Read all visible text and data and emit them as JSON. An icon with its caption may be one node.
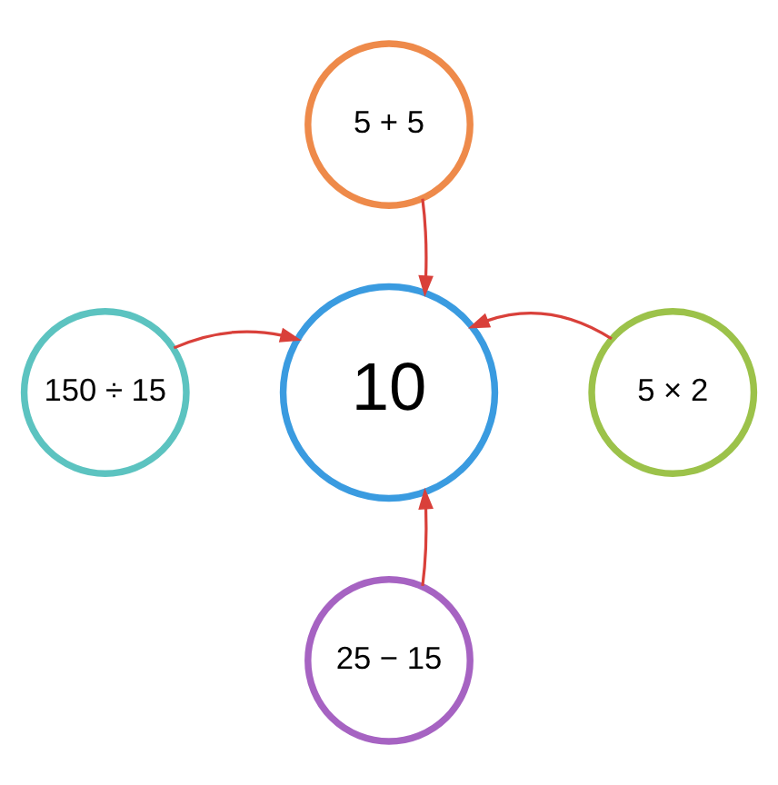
{
  "diagram": {
    "nodes": [
      {
        "text": [
          "5 + 5"
        ]
      },
      {
        "text": [
          "150 ÷ 15"
        ]
      },
      {
        "text": [
          "10"
        ]
      },
      {
        "text": [
          "5 × 2"
        ]
      },
      {
        "text": [
          "25 − 15"
        ]
      }
    ],
    "edges": [
      {
        "from": 0,
        "to": 2,
        "arrow": "to"
      },
      {
        "from": 1,
        "to": 2,
        "arrow": "to"
      },
      {
        "from": 3,
        "to": 2,
        "arrow": "to"
      },
      {
        "from": 4,
        "to": 2,
        "arrow": "to"
      }
    ]
  }
}
